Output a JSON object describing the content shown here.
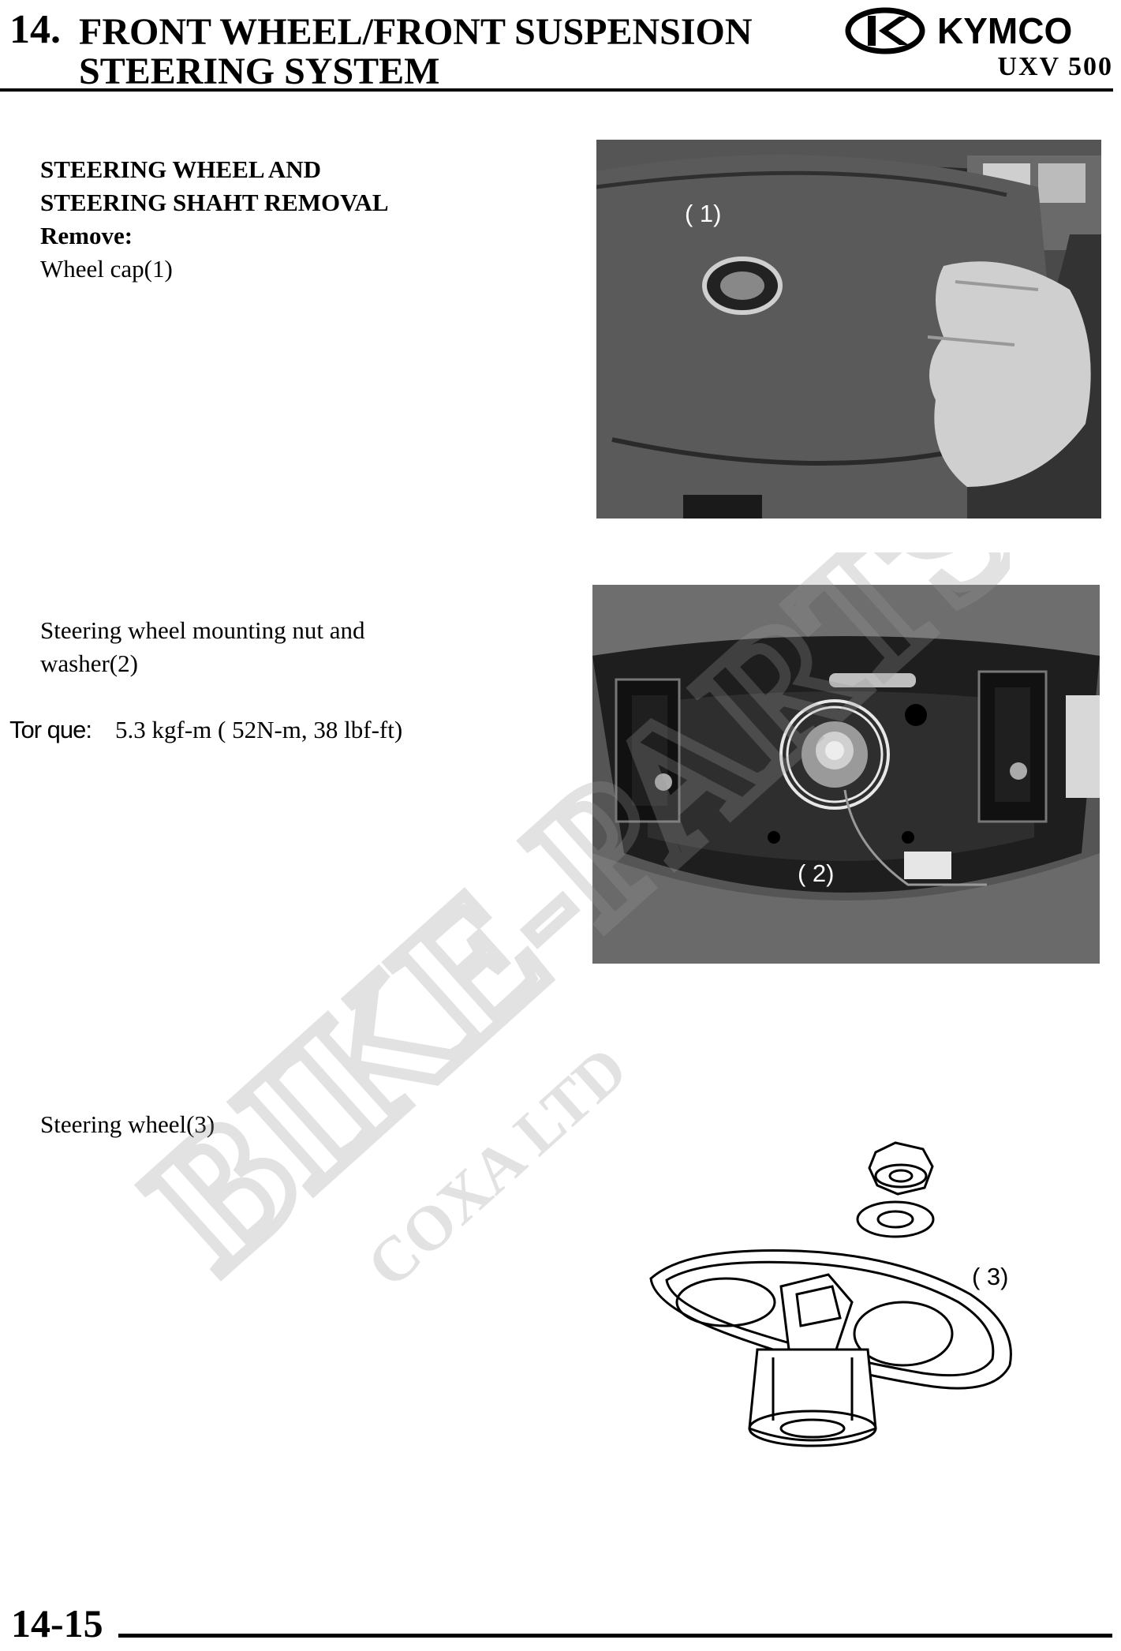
{
  "header": {
    "chapter_number": "14.",
    "title_line1": "FRONT WHEEL/FRONT SUSPENSION",
    "title_line2": "STEERING SYSTEM",
    "brand": "KYMCO",
    "model": "UXV 500"
  },
  "section1": {
    "heading_line1": "STEERING WHEEL AND",
    "heading_line2": "STEERING SHAHT REMOVAL",
    "remove_label": "Remove:",
    "item": "Wheel cap(1)",
    "callout": "( 1)"
  },
  "section2": {
    "item_line1": "Steering wheel mounting nut and",
    "item_line2": "washer(2)",
    "torque_label": "Tor que:",
    "torque_value": "5.3 kgf-m ( 52N-m, 38 lbf-ft)",
    "callout": "( 2)"
  },
  "section3": {
    "item": "Steering wheel(3)",
    "callout": "( 3)"
  },
  "watermark": {
    "line1": "BIKE-PARTS",
    "line2": "COXA LTD"
  },
  "footer": {
    "page_number": "14-15"
  },
  "colors": {
    "text": "#000000",
    "photo_dark": "#3a3a3a",
    "watermark": "#c8c8c8"
  }
}
